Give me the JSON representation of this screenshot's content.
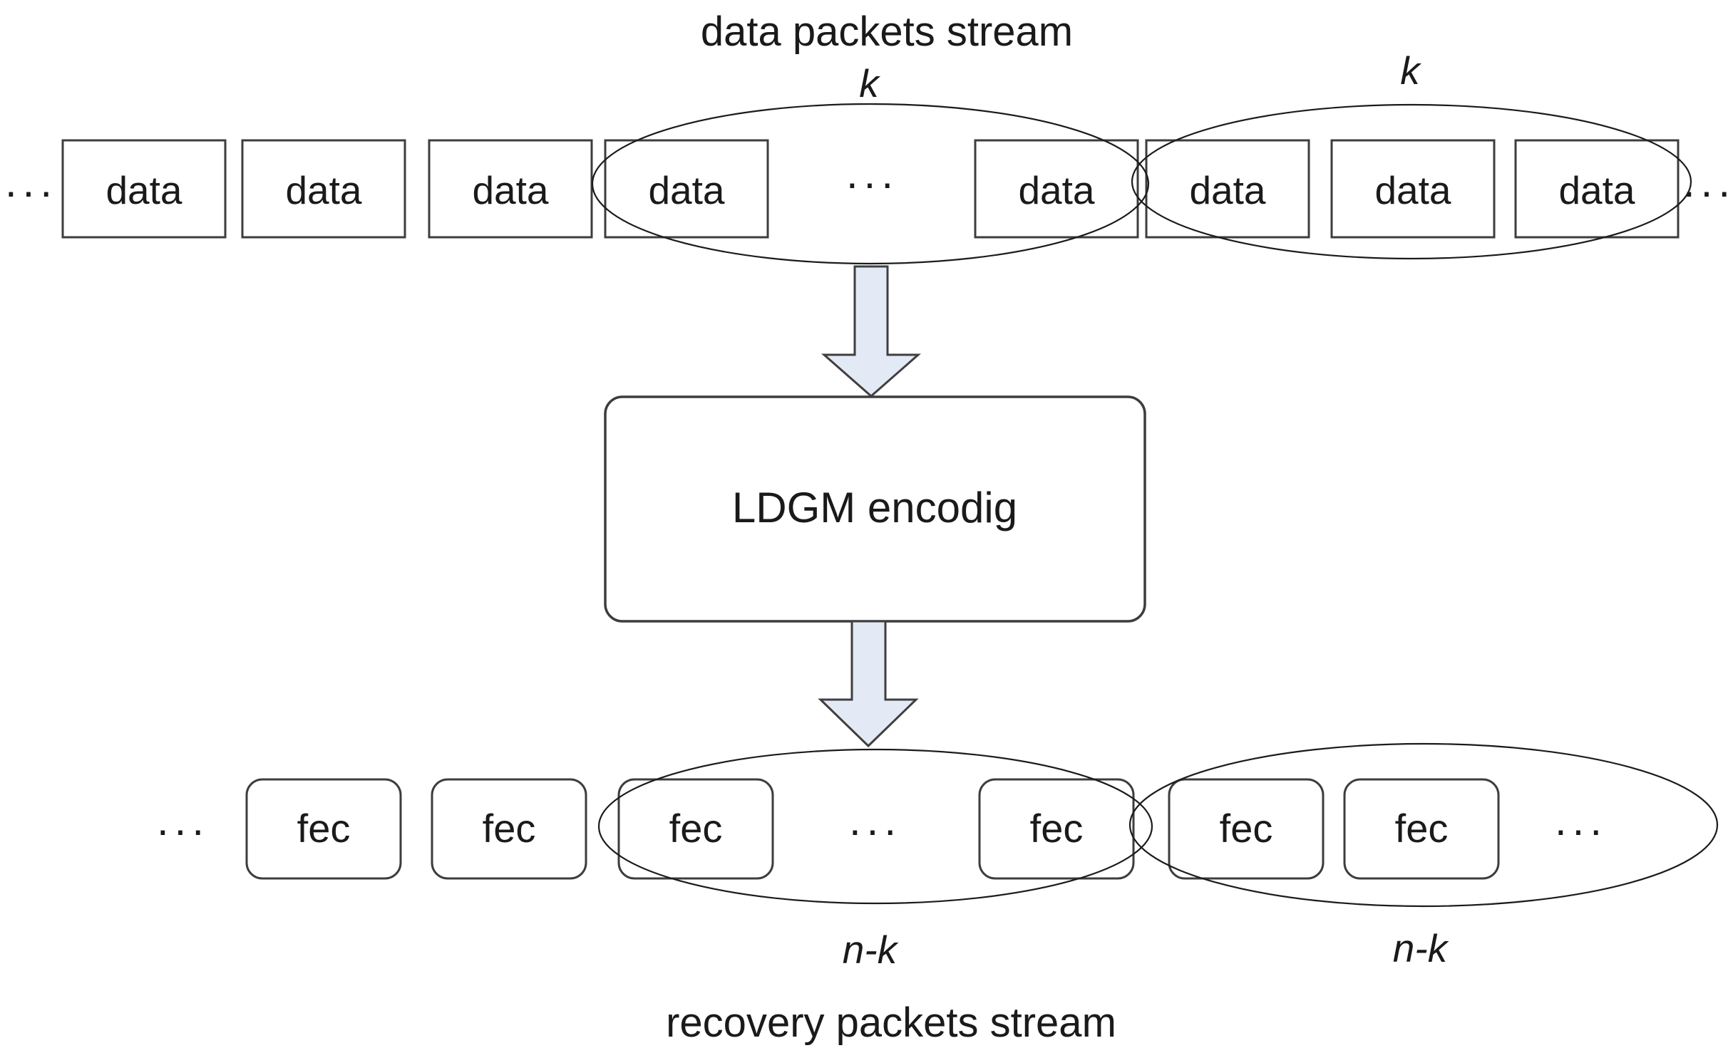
{
  "colors": {
    "arrow_fill": "#e3eaf6",
    "box_stroke": "#3d3d3d",
    "ellipse_stroke": "#1b1b1b",
    "text": "#1a1a1a",
    "background": "#ffffff"
  },
  "top_stream": {
    "title": "data packets stream",
    "group_size_label_left": "k",
    "group_size_label_right": "k",
    "dots_left": "...",
    "dots_middle": "...",
    "dots_right": "...",
    "packets": [
      "data",
      "data",
      "data",
      "data",
      "data",
      "data",
      "data",
      "data"
    ]
  },
  "encoder": {
    "label": "LDGM encodig"
  },
  "bottom_stream": {
    "title": "recovery packets stream",
    "group_size_label_left": "n-k",
    "group_size_label_right": "n-k",
    "dots_left": "...",
    "dots_middle": "...",
    "dots_right": "...",
    "packets": [
      "fec",
      "fec",
      "fec",
      "fec",
      "fec",
      "fec"
    ]
  }
}
